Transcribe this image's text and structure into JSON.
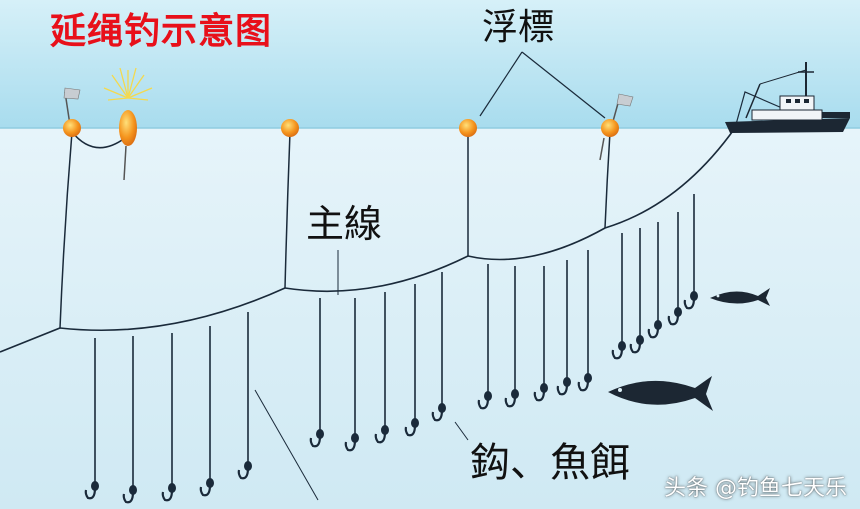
{
  "title": "延绳钓示意图",
  "labels": {
    "floats": "浮標",
    "main_line": "主線",
    "hooks_bait": "鈎、魚餌"
  },
  "watermark": "头条 @钓鱼七天乐",
  "colors": {
    "title": "#e8101a",
    "sky": "#bfe7f3",
    "sea": "#dff1f8",
    "line": "#1a2a3a",
    "float": "#f08a24"
  }
}
